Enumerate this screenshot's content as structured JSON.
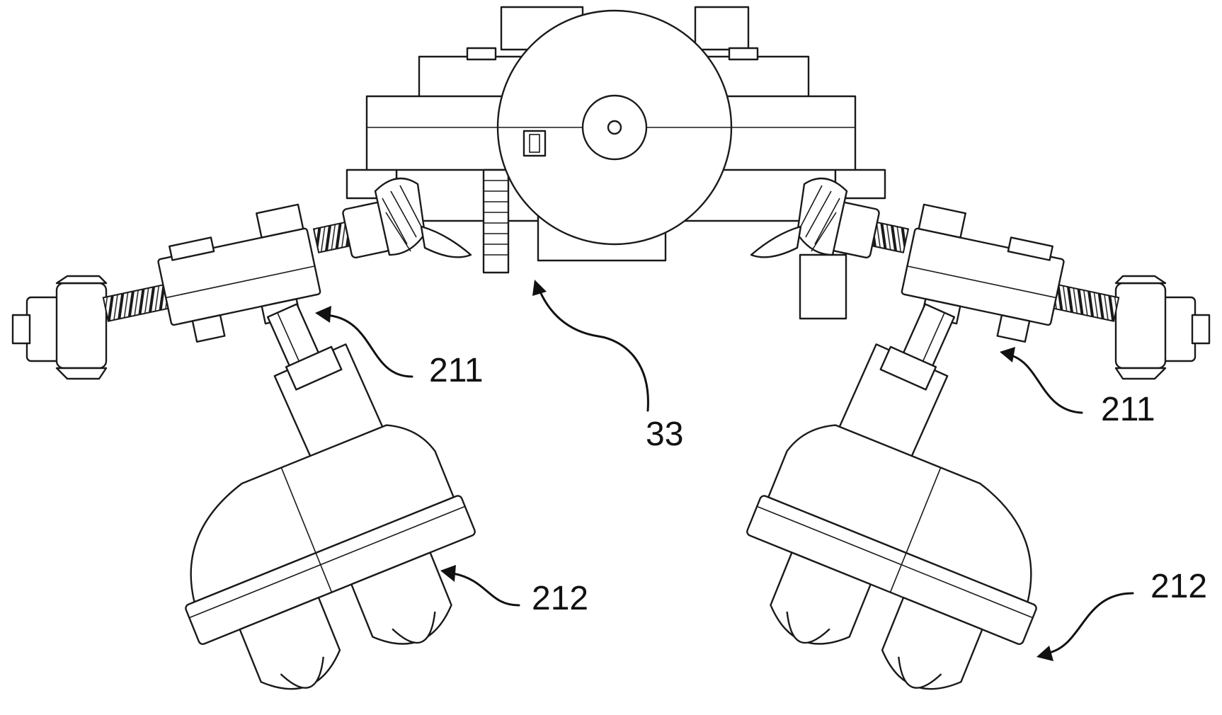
{
  "labels": {
    "label_211_left": "211",
    "label_33": "33",
    "label_211_right": "211",
    "label_212_left": "212",
    "label_212_right": "212"
  }
}
